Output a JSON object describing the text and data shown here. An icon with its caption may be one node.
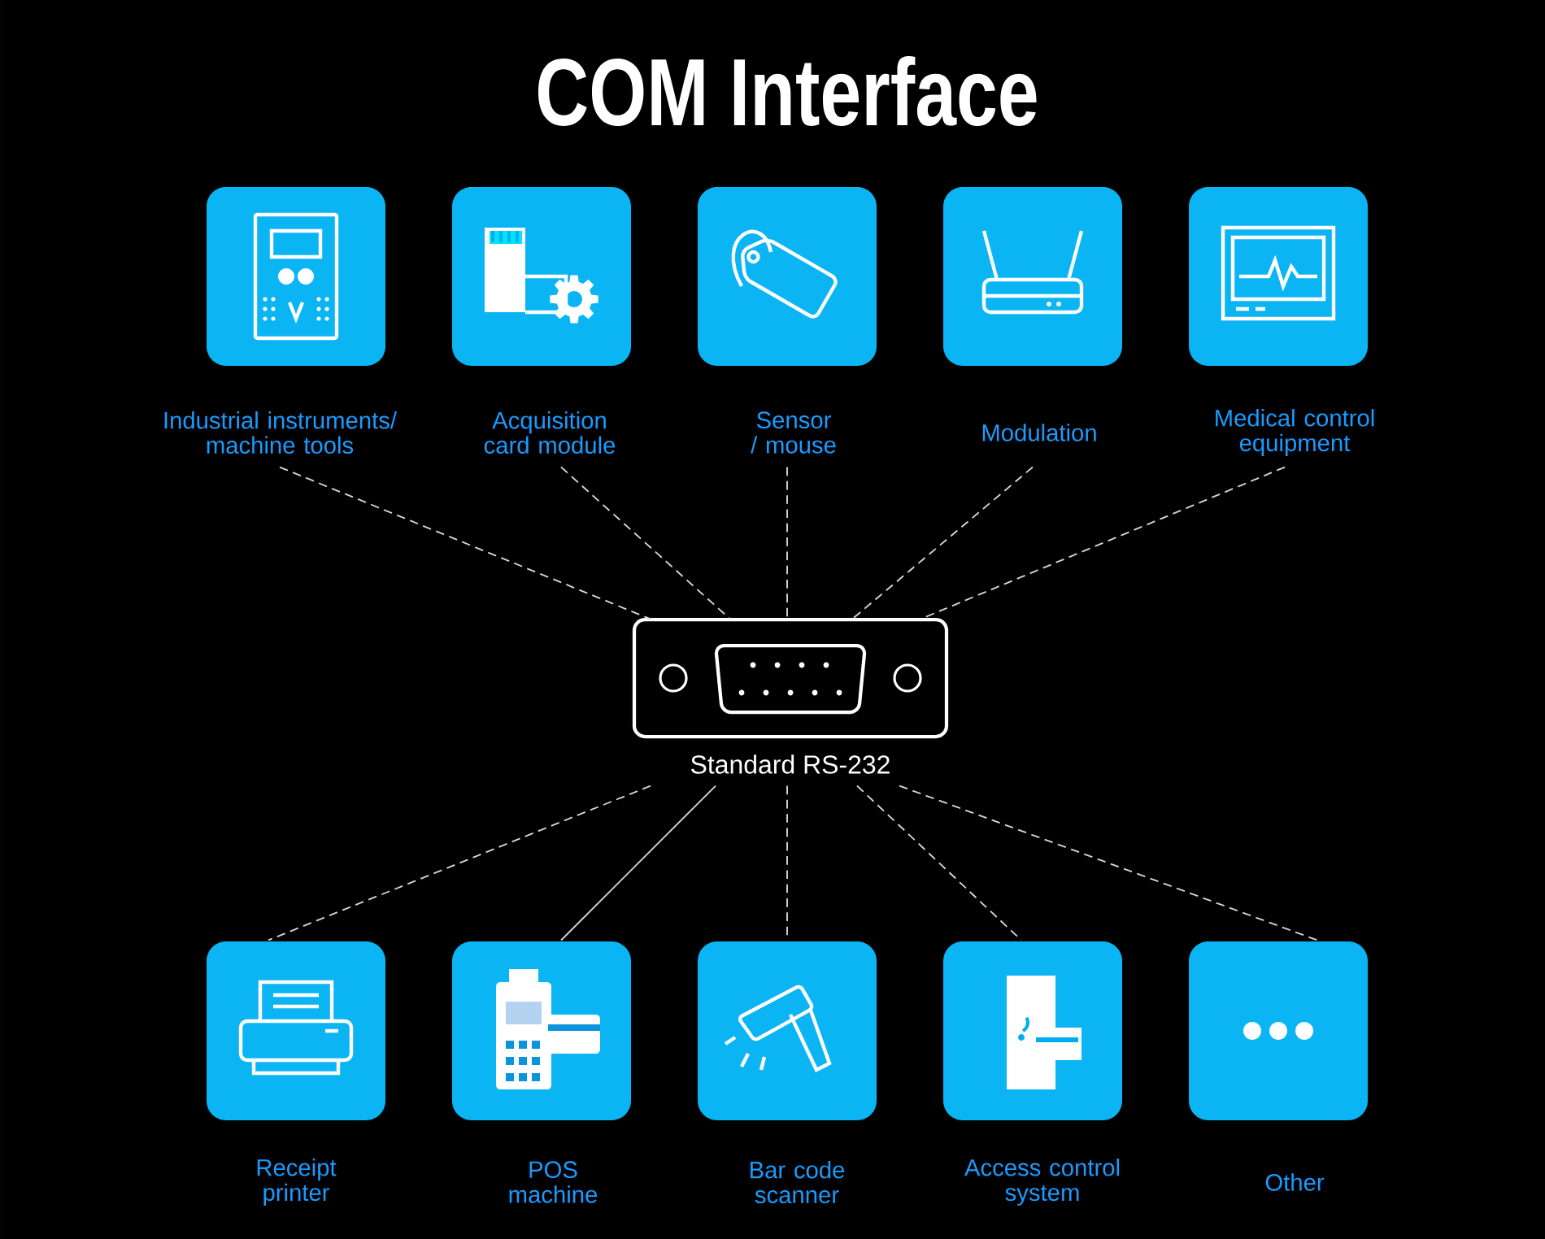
{
  "diagram": {
    "title": "COM Interface",
    "nodes": [
      {
        "text": [
          "Industrial instruments/ machine tools"
        ]
      },
      {
        "text": [
          "Acquisition card module"
        ]
      },
      {
        "text": [
          "Sensor / mouse"
        ]
      },
      {
        "text": [
          "Modulation"
        ]
      },
      {
        "text": [
          "Medical control equipment"
        ]
      },
      {
        "text": [
          "Standard RS-232"
        ]
      },
      {
        "text": [
          "Receipt printer"
        ]
      },
      {
        "text": [
          "POS machine"
        ]
      },
      {
        "text": [
          "Bar code scanner"
        ]
      },
      {
        "text": [
          "Access control system"
        ]
      },
      {
        "text": [
          "Other"
        ]
      }
    ],
    "edges": [
      {
        "from": 0,
        "to": 5,
        "arrow": "none",
        "style": "dashed"
      },
      {
        "from": 1,
        "to": 5,
        "arrow": "none",
        "style": "dashed"
      },
      {
        "from": 2,
        "to": 5,
        "arrow": "none",
        "style": "dashed"
      },
      {
        "from": 3,
        "to": 5,
        "arrow": "none",
        "style": "dashed"
      },
      {
        "from": 4,
        "to": 5,
        "arrow": "none",
        "style": "dashed"
      },
      {
        "from": 5,
        "to": 6,
        "arrow": "none",
        "style": "dashed"
      },
      {
        "from": 5,
        "to": 7,
        "arrow": "none"
      },
      {
        "from": 5,
        "to": 8,
        "arrow": "none",
        "style": "dashed"
      },
      {
        "from": 5,
        "to": 9,
        "arrow": "none",
        "style": "dashed"
      },
      {
        "from": 5,
        "to": 10,
        "arrow": "none",
        "style": "dashed"
      }
    ]
  }
}
